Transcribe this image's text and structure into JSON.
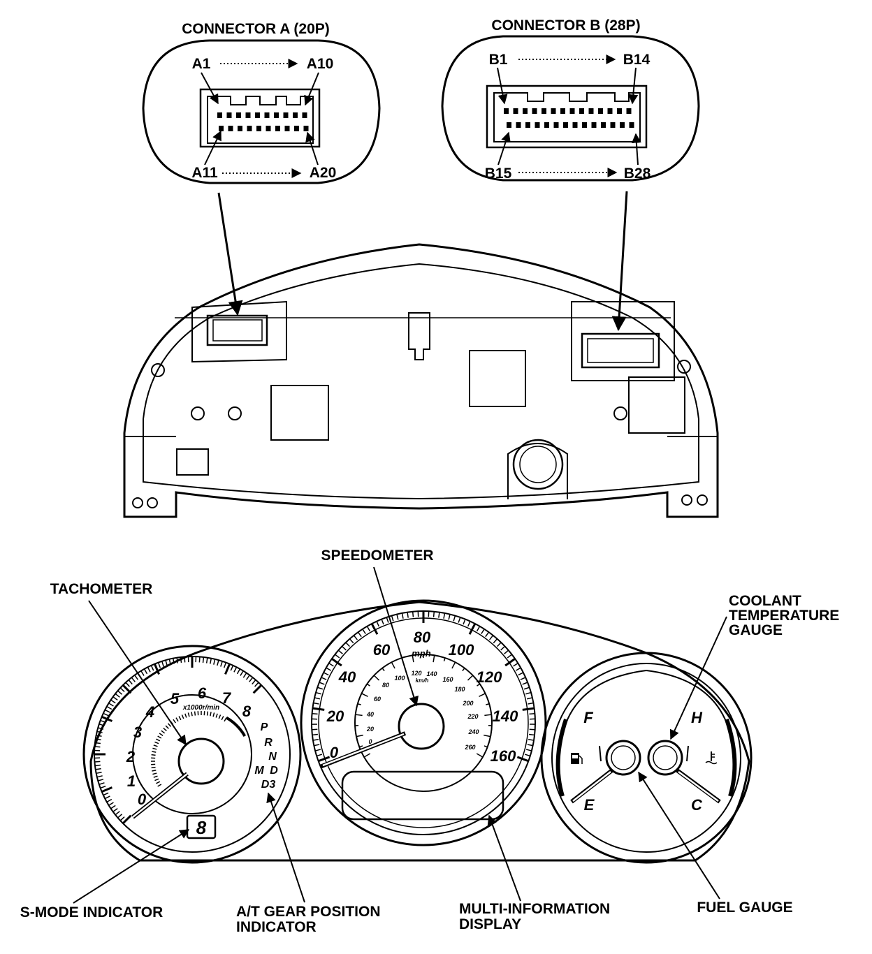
{
  "connector_a": {
    "title": "CONNECTOR A (20P)",
    "pin_top_left": "A1",
    "pin_top_right": "A10",
    "pin_bottom_left": "A11",
    "pin_bottom_right": "A20"
  },
  "connector_b": {
    "title": "CONNECTOR B (28P)",
    "pin_top_left": "B1",
    "pin_top_right": "B14",
    "pin_bottom_left": "B15",
    "pin_bottom_right": "B28"
  },
  "labels": {
    "speedometer": "SPEEDOMETER",
    "tachometer": "TACHOMETER",
    "coolant_line1": "COOLANT",
    "coolant_line2": "TEMPERATURE",
    "coolant_line3": "GAUGE",
    "smode": "S-MODE INDICATOR",
    "at_line1": "A/T GEAR POSITION",
    "at_line2": "INDICATOR",
    "mid_line1": "MULTI-INFORMATION",
    "mid_line2": "DISPLAY",
    "fuel": "FUEL GAUGE"
  },
  "tach": {
    "numbers": [
      "0",
      "1",
      "2",
      "3",
      "4",
      "5",
      "6",
      "7",
      "8"
    ],
    "unit": "x1000r/min",
    "gears": [
      "P",
      "R",
      "N",
      "D",
      "D3"
    ],
    "gear_m": "M",
    "smode_digit": "8"
  },
  "speedo": {
    "mph": [
      "0",
      "20",
      "40",
      "60",
      "80",
      "100",
      "120",
      "140",
      "160"
    ],
    "mph_unit": "mph",
    "kmh": [
      "0",
      "20",
      "40",
      "60",
      "80",
      "100",
      "120",
      "140",
      "160",
      "180",
      "200",
      "220",
      "240",
      "260"
    ],
    "kmh_unit": "km/h"
  },
  "gauges": {
    "fuel_full": "F",
    "fuel_empty": "E",
    "temp_hot": "H",
    "temp_cold": "C"
  }
}
